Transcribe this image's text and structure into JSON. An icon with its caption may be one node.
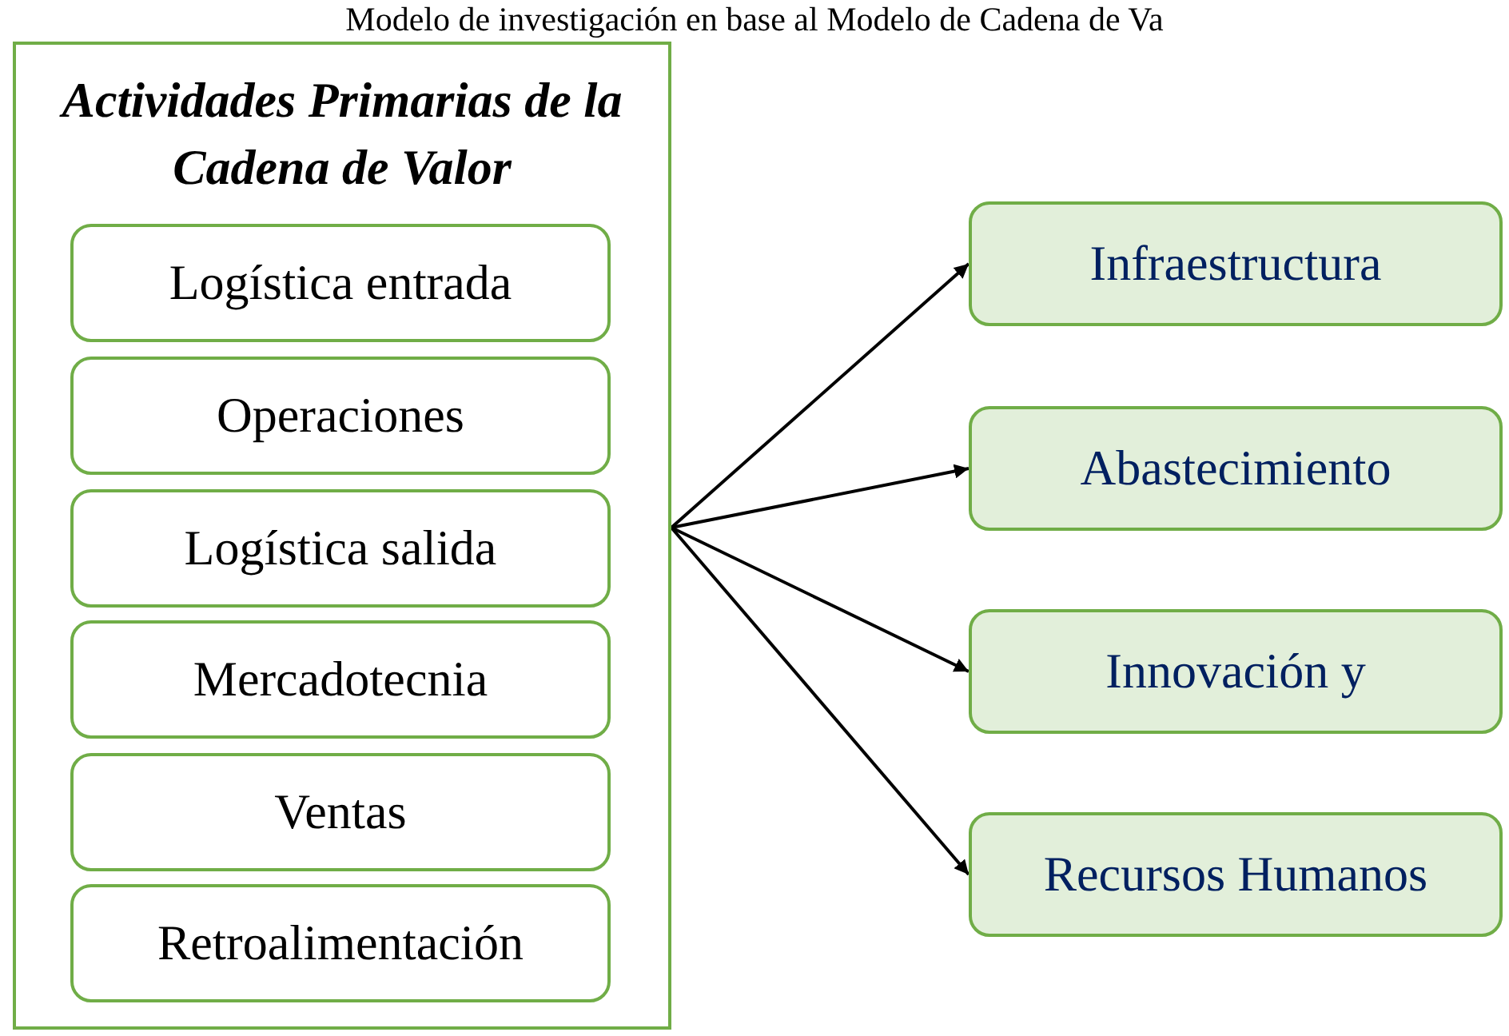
{
  "diagram": {
    "title": "Modelo de investigación en base al Modelo de Cadena de Va",
    "nodes": [
      {
        "text": [
          "Actividades Primarias de la Cadena de Valor"
        ]
      },
      {
        "text": [
          "Logística entrada"
        ],
        "in": 0
      },
      {
        "text": [
          "Operaciones"
        ],
        "in": 0
      },
      {
        "text": [
          "Logística salida"
        ],
        "in": 0
      },
      {
        "text": [
          "Mercadotecnia"
        ],
        "in": 0
      },
      {
        "text": [
          "Ventas"
        ],
        "in": 0
      },
      {
        "text": [
          "Retroalimentación"
        ],
        "in": 0
      },
      {
        "text": [
          "Infraestructura"
        ]
      },
      {
        "text": [
          "Abastecimiento"
        ]
      },
      {
        "text": [
          "Innovación y"
        ]
      },
      {
        "text": [
          "Recursos Humanos"
        ]
      }
    ],
    "edges": [
      {
        "from": 0,
        "to": 7,
        "arrow": "to"
      },
      {
        "from": 0,
        "to": 8,
        "arrow": "to"
      },
      {
        "from": 0,
        "to": 9,
        "arrow": "to"
      },
      {
        "from": 0,
        "to": 10,
        "arrow": "to"
      }
    ]
  }
}
